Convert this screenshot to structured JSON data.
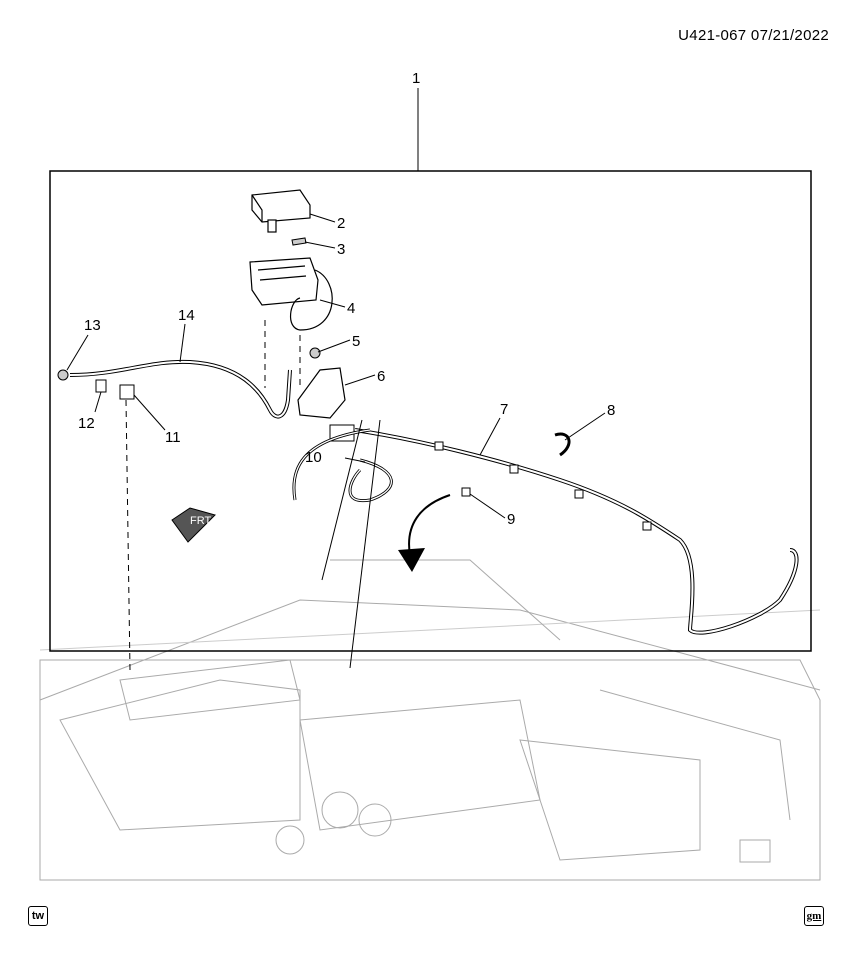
{
  "header": {
    "code": "U421-067  07/21/2022"
  },
  "callouts": [
    {
      "id": "1",
      "label": "1"
    },
    {
      "id": "2",
      "label": "2"
    },
    {
      "id": "3",
      "label": "3"
    },
    {
      "id": "4",
      "label": "4"
    },
    {
      "id": "5",
      "label": "5"
    },
    {
      "id": "6",
      "label": "6"
    },
    {
      "id": "7",
      "label": "7"
    },
    {
      "id": "8",
      "label": "8"
    },
    {
      "id": "9",
      "label": "9"
    },
    {
      "id": "10",
      "label": "10"
    },
    {
      "id": "11",
      "label": "11"
    },
    {
      "id": "12",
      "label": "12"
    },
    {
      "id": "13",
      "label": "13"
    },
    {
      "id": "14",
      "label": "14"
    }
  ],
  "direction_arrow": {
    "label": "FRT"
  },
  "footer": {
    "left_badge": "tw",
    "right_badge": "gm"
  }
}
